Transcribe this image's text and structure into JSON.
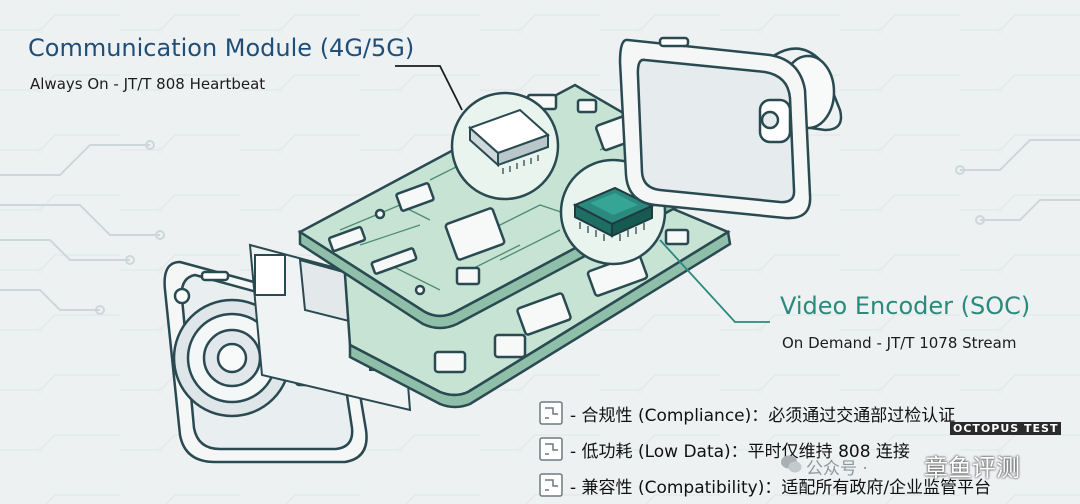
{
  "callouts": {
    "communication": {
      "title": "Communication Module (4G/5G)",
      "subtitle": "Always On - JT/T 808 Heartbeat"
    },
    "video": {
      "title": "Video Encoder (SOC)",
      "subtitle": "On Demand - JT/T 1078 Stream"
    }
  },
  "features": [
    {
      "icon": "circuit-chip-icon",
      "text": "- 合规性 (Compliance)：必须通过交通部过检认证"
    },
    {
      "icon": "circuit-chip-icon",
      "text": "- 低功耗 (Low Data)：平时仅维持 808 连接"
    },
    {
      "icon": "circuit-chip-icon",
      "text": "- 兼容性 (Compatibility)：适配所有政府/企业监管平台"
    }
  ],
  "watermark": {
    "badge": "OCTOPUS TEST",
    "source": "公众号 ·",
    "name": "章鱼评测"
  },
  "colors": {
    "navy": "#1f4e79",
    "teal": "#2a8a7e",
    "pcb_green": "#c6e3d3",
    "outline": "#2a4a52"
  }
}
